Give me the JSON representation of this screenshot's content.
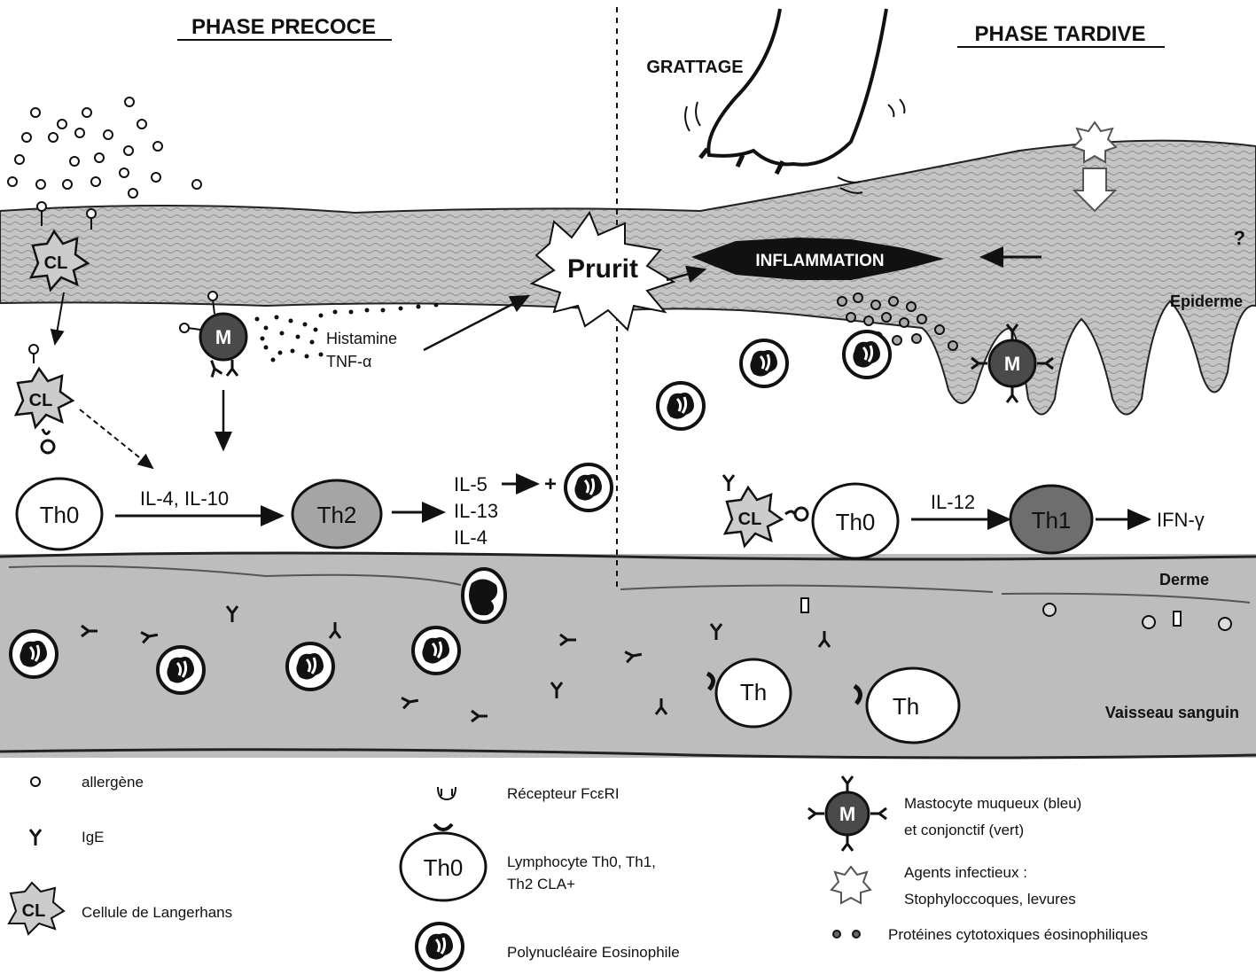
{
  "headings": {
    "early_phase": "PHASE PRECOCE",
    "late_phase": "PHASE TARDIVE",
    "scratching": "GRATTAGE"
  },
  "labels": {
    "pruritus": "Prurit",
    "inflammation": "INFLAMMATION",
    "epidermis": "Epiderme",
    "dermis": "Derme",
    "blood_vessel": "Vaisseau sanguin",
    "histamine": "Histamine",
    "tnf": "TNF-α",
    "question": "?"
  },
  "cells": {
    "langerhans": "CL",
    "mast": "M",
    "th0": "Th0",
    "th1": "Th1",
    "th2": "Th2",
    "th": "Th"
  },
  "cytokines": {
    "il4_il10": "IL-4,  IL-10",
    "il5": "IL-5",
    "il13": "IL-13",
    "il4": "IL-4",
    "plus": "+",
    "il12": "IL-12",
    "ifn": "IFN-γ"
  },
  "legend": [
    {
      "key": "allergen",
      "text": "allergène"
    },
    {
      "key": "ige",
      "text": "IgE"
    },
    {
      "key": "langerhans",
      "text": "Cellule de Langerhans"
    },
    {
      "key": "fc_receptor",
      "text": "Récepteur FcεRI"
    },
    {
      "key": "lymphocyte_line1",
      "text": "Lymphocyte Th0, Th1,"
    },
    {
      "key": "lymphocyte_line2",
      "text": "Th2 CLA+"
    },
    {
      "key": "eosinophil",
      "text": "Polynucléaire Eosinophile"
    },
    {
      "key": "mast_line1",
      "text": "Mastocyte muqueux (bleu)"
    },
    {
      "key": "mast_line2",
      "text": "et conjonctif (vert)"
    },
    {
      "key": "infect_line1",
      "text": "Agents infectieux :"
    },
    {
      "key": "infect_line2",
      "text": "Stophyloccoques, levures"
    },
    {
      "key": "cytotoxic",
      "text": "Protéines cytotoxiques éosinophiliques"
    }
  ],
  "colors": {
    "tissue": "#c8c8c8",
    "tissue_dark": "#a9a9a9",
    "vessel": "#bdbdbd",
    "th1_fill": "#6e6e6e",
    "th2_fill": "#a5a5a5",
    "mast_fill": "#4a4a4a",
    "ink": "#111111"
  }
}
